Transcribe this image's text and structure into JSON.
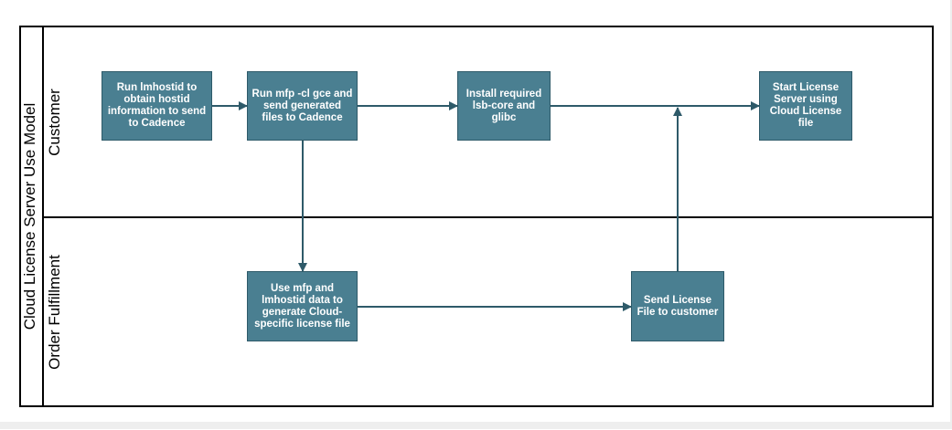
{
  "pool": {
    "label": "Cloud License Server Use Model"
  },
  "lanes": [
    {
      "label": "Customer"
    },
    {
      "label": "Order Fulfillment"
    }
  ],
  "nodes": {
    "run_lmhostid": "Run lmhostid to obtain hostid information to send to Cadence",
    "run_mfp": "Run mfp -cl gce and send generated files to Cadence",
    "install_lsb": "Install required lsb-core and glibc",
    "start_license": "Start License Server using Cloud License file",
    "use_mfp": "Use mfp and lmhostid data to generate Cloud-specific license file",
    "send_license": "Send License File to customer"
  },
  "colors": {
    "box": "#4a7f91",
    "arrow": "#2e5a69"
  }
}
